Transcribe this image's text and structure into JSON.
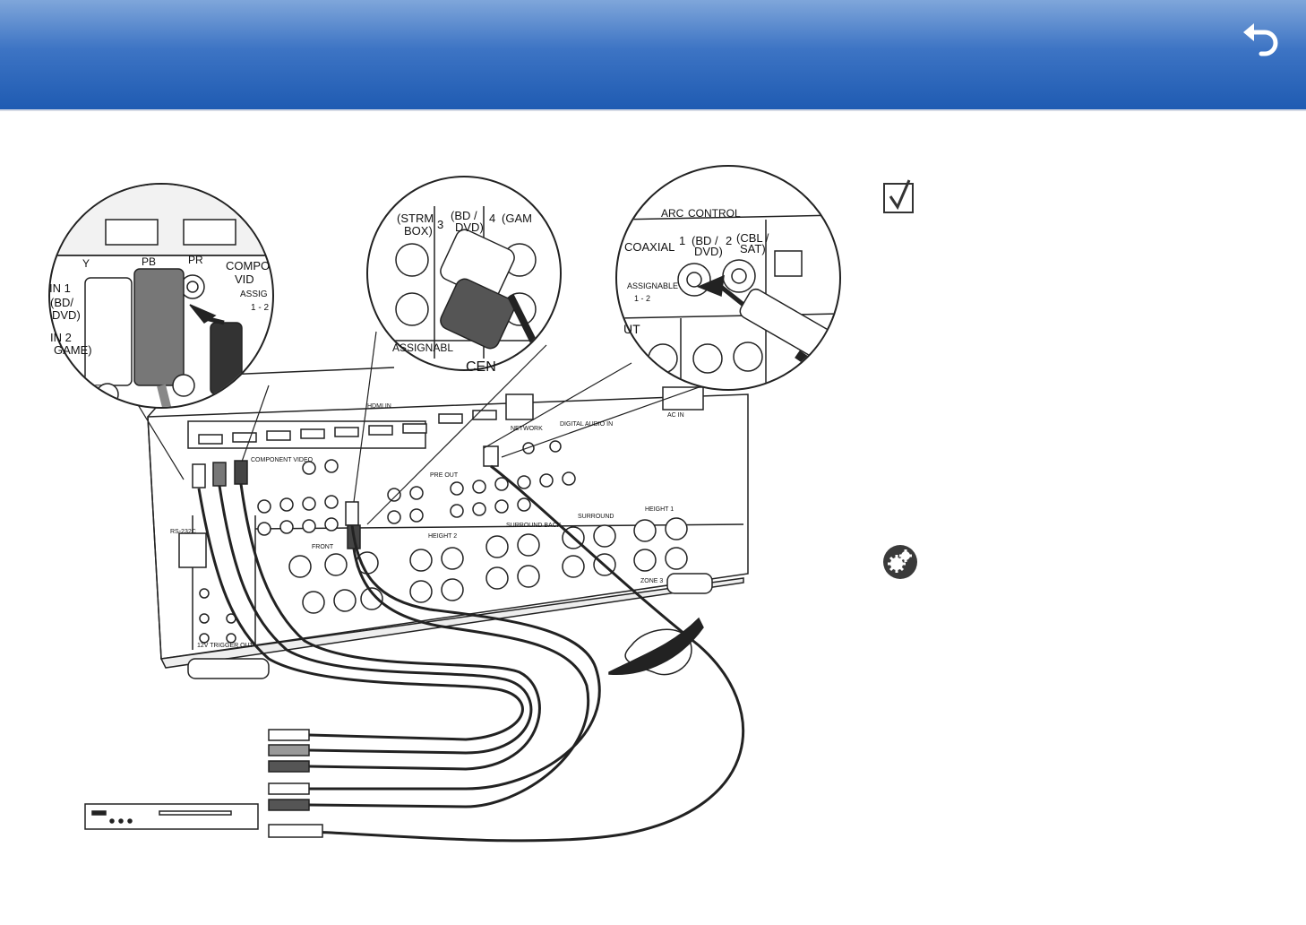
{
  "header": {
    "back_icon": "back-arrow-icon"
  },
  "labels": {
    "y": "Y",
    "pb": "PB",
    "pr": "PR",
    "compo": "COMPO",
    "vid": "VID",
    "assig": "ASSIG",
    "assig_num": "1 - 2",
    "in1": "IN 1",
    "bd_dvd": "(BD/",
    "dvd": "DVD)",
    "in2": "IN 2",
    "game": "GAME)",
    "strm": "(STRM",
    "box": "BOX)",
    "bd3": "(BD /",
    "dvd3": "DVD)",
    "game4": "(GAM",
    "num3": "3",
    "num4": "4",
    "assignable": "ASSIGNABL",
    "cen": "CEN",
    "arc": "ARC",
    "control": "CONTROL",
    "coaxial": "COAXIAL",
    "c1": "1",
    "c1_label": "(BD /",
    "c1_label2": "DVD)",
    "c2": "2",
    "c2_label": "(CBL /",
    "c2_label2": "SAT)",
    "assignable2": "ASSIGNABLE",
    "assign_range": "1 - 2",
    "ut": "UT",
    "front": "FRONT",
    "height2": "HEIGHT 2",
    "surround_back": "SURROUND BACK",
    "surround": "SURROUND",
    "height1": "HEIGHT 1",
    "zone3": "ZONE 3",
    "component_video": "COMPONENT VIDEO",
    "network": "NETWORK",
    "digital_audio_in": "DIGITAL AUDIO IN",
    "trigger": "12V TRIGGER OUT",
    "ac_in": "AC IN",
    "rs232": "RS-232C",
    "pre_out": "PRE OUT",
    "hdmi_in": "HDMI IN"
  },
  "side_icons": {
    "check": "checkbox-icon",
    "settings": "settings-gear-icon"
  },
  "colors": {
    "header_top": "#7fa6da",
    "header_bottom": "#1f5bb2",
    "line": "#222222"
  }
}
